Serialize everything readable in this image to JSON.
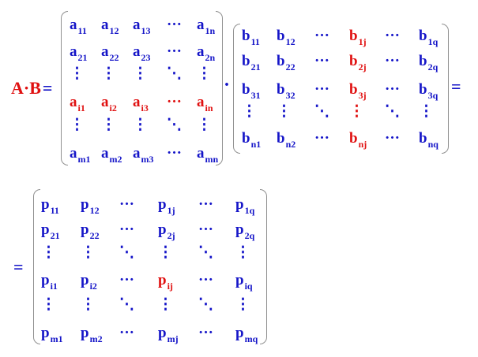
{
  "colors": {
    "highlight": "#e01010",
    "normal": "#1515c8"
  },
  "lhs": {
    "label": "A·B",
    "equals": "="
  },
  "dot": "·",
  "trailing_equals": "=",
  "leading_equals": "=",
  "matrix_a": {
    "rows": [
      [
        [
          "a",
          "11"
        ],
        [
          "a",
          "12"
        ],
        [
          "a",
          "13"
        ],
        [
          "···",
          ""
        ],
        [
          "a",
          "1n"
        ]
      ],
      [
        [
          "a",
          "21"
        ],
        [
          "a",
          "22"
        ],
        [
          "a",
          "23"
        ],
        [
          "···",
          ""
        ],
        [
          "a",
          "2n"
        ]
      ],
      [
        [
          "⋮",
          ""
        ],
        [
          "⋮",
          ""
        ],
        [
          "⋮",
          ""
        ],
        [
          "⋱",
          ""
        ],
        [
          "⋮",
          ""
        ]
      ],
      [
        [
          "a",
          "i1"
        ],
        [
          "a",
          "i2"
        ],
        [
          "a",
          "i3"
        ],
        [
          "···",
          ""
        ],
        [
          "a",
          "in"
        ]
      ],
      [
        [
          "⋮",
          ""
        ],
        [
          "⋮",
          ""
        ],
        [
          "⋮",
          ""
        ],
        [
          "⋱",
          ""
        ],
        [
          "⋮",
          ""
        ]
      ],
      [
        [
          "a",
          "m1"
        ],
        [
          "a",
          "m2"
        ],
        [
          "a",
          "m3"
        ],
        [
          "···",
          ""
        ],
        [
          "a",
          "mn"
        ]
      ]
    ],
    "highlight_row": 3
  },
  "matrix_b": {
    "rows": [
      [
        [
          "b",
          "11"
        ],
        [
          "b",
          "12"
        ],
        [
          "···",
          ""
        ],
        [
          "b",
          "1j"
        ],
        [
          "···",
          ""
        ],
        [
          "b",
          "1q"
        ]
      ],
      [
        [
          "b",
          "21"
        ],
        [
          "b",
          "22"
        ],
        [
          "···",
          ""
        ],
        [
          "b",
          "2j"
        ],
        [
          "···",
          ""
        ],
        [
          "b",
          "2q"
        ]
      ],
      [
        [
          "b",
          "31"
        ],
        [
          "b",
          "32"
        ],
        [
          "···",
          ""
        ],
        [
          "b",
          "3j"
        ],
        [
          "···",
          ""
        ],
        [
          "b",
          "3q"
        ]
      ],
      [
        [
          "⋮",
          ""
        ],
        [
          "⋮",
          ""
        ],
        [
          "⋱",
          ""
        ],
        [
          "⋮",
          ""
        ],
        [
          "⋱",
          ""
        ],
        [
          "⋮",
          ""
        ]
      ],
      [
        [
          "b",
          "n1"
        ],
        [
          "b",
          "n2"
        ],
        [
          "···",
          ""
        ],
        [
          "b",
          "nj"
        ],
        [
          "···",
          ""
        ],
        [
          "b",
          "nq"
        ]
      ]
    ],
    "highlight_col": 3
  },
  "matrix_p": {
    "rows": [
      [
        [
          "p",
          "11"
        ],
        [
          "p",
          "12"
        ],
        [
          "···",
          ""
        ],
        [
          "p",
          "1j"
        ],
        [
          "···",
          ""
        ],
        [
          "p",
          "1q"
        ]
      ],
      [
        [
          "p",
          "21"
        ],
        [
          "p",
          "22"
        ],
        [
          "···",
          ""
        ],
        [
          "p",
          "2j"
        ],
        [
          "···",
          ""
        ],
        [
          "p",
          "2q"
        ]
      ],
      [
        [
          "⋮",
          ""
        ],
        [
          "⋮",
          ""
        ],
        [
          "⋱",
          ""
        ],
        [
          "⋮",
          ""
        ],
        [
          "⋱",
          ""
        ],
        [
          "⋮",
          ""
        ]
      ],
      [
        [
          "p",
          "i1"
        ],
        [
          "p",
          "i2"
        ],
        [
          "···",
          ""
        ],
        [
          "p",
          "ij"
        ],
        [
          "···",
          ""
        ],
        [
          "p",
          "iq"
        ]
      ],
      [
        [
          "⋮",
          ""
        ],
        [
          "⋮",
          ""
        ],
        [
          "⋱",
          ""
        ],
        [
          "⋮",
          ""
        ],
        [
          "⋱",
          ""
        ],
        [
          "⋮",
          ""
        ]
      ],
      [
        [
          "p",
          "m1"
        ],
        [
          "p",
          "m2"
        ],
        [
          "···",
          ""
        ],
        [
          "p",
          "mj"
        ],
        [
          "···",
          ""
        ],
        [
          "p",
          "mq"
        ]
      ]
    ],
    "highlight_cell": [
      3,
      3
    ]
  }
}
